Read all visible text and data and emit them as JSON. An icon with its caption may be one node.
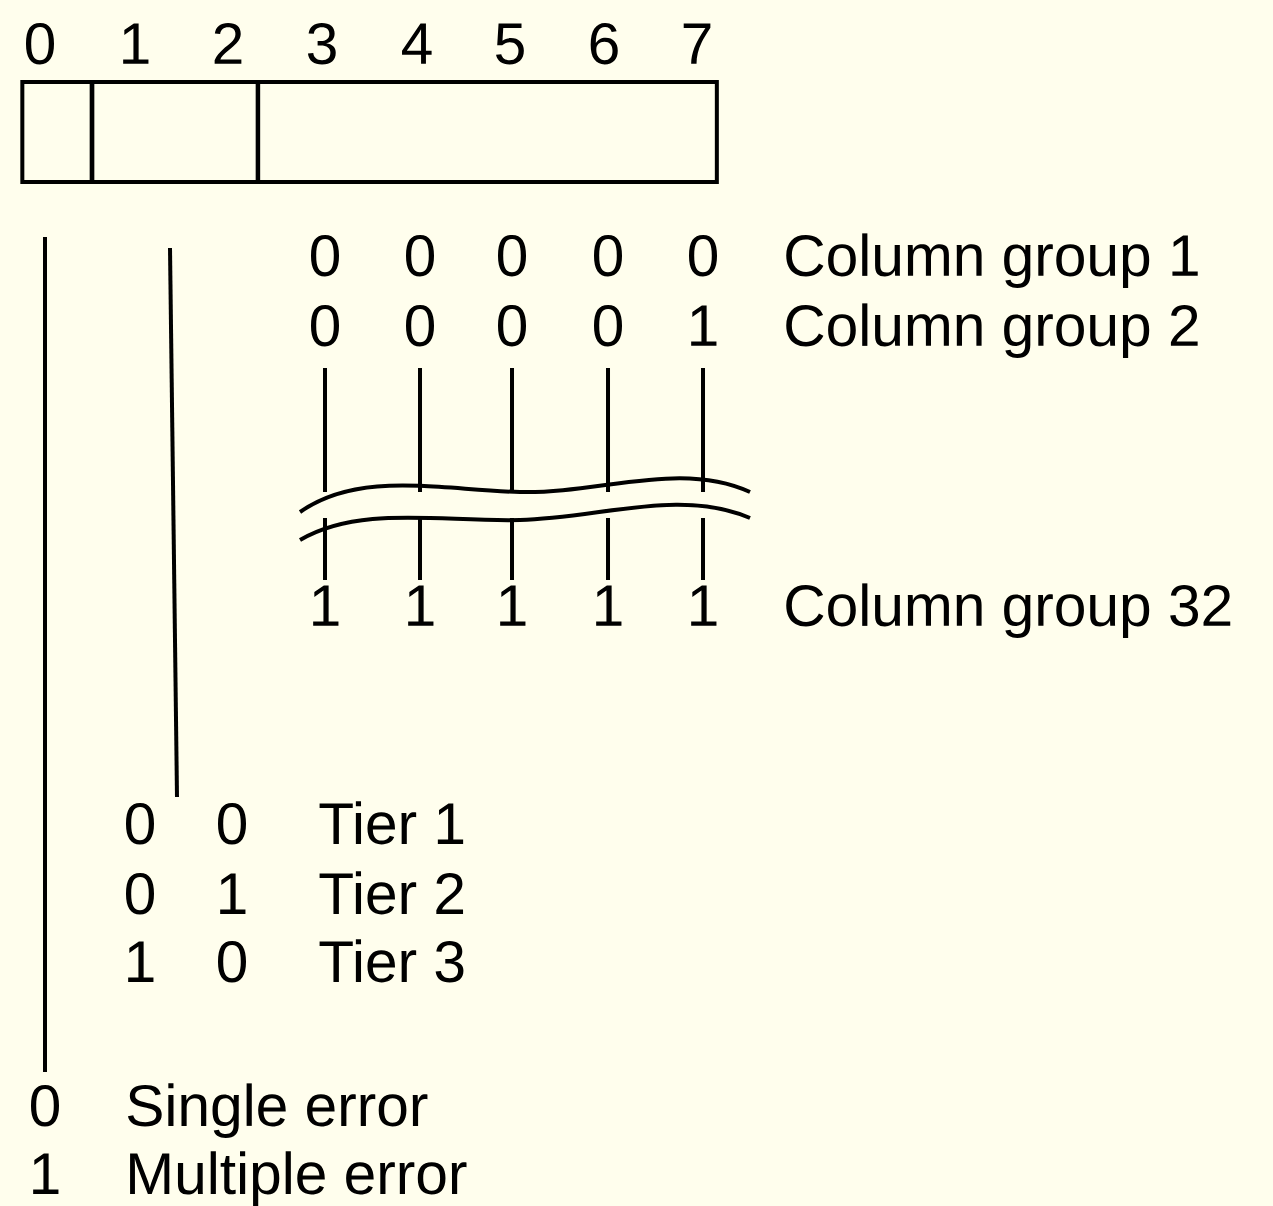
{
  "diagram": {
    "nodes": [
      {
        "text": [],
        "shape": "box"
      },
      {
        "text": [],
        "shape": "box"
      },
      {
        "text": [],
        "shape": "box"
      }
    ],
    "labels": [
      "0",
      "1",
      "2",
      "3",
      "4",
      "5",
      "6",
      "7",
      "0",
      "0",
      "0",
      "0",
      "0",
      "Column group 1",
      "0",
      "0",
      "0",
      "0",
      "1",
      "Column group 2",
      "1",
      "1",
      "1",
      "1",
      "1",
      "Column group 32",
      "0",
      "0",
      "Tier 1",
      "0",
      "1",
      "Tier 2",
      "1",
      "0",
      "Tier 3",
      "0",
      "Single error",
      "1",
      "Multiple error"
    ]
  }
}
